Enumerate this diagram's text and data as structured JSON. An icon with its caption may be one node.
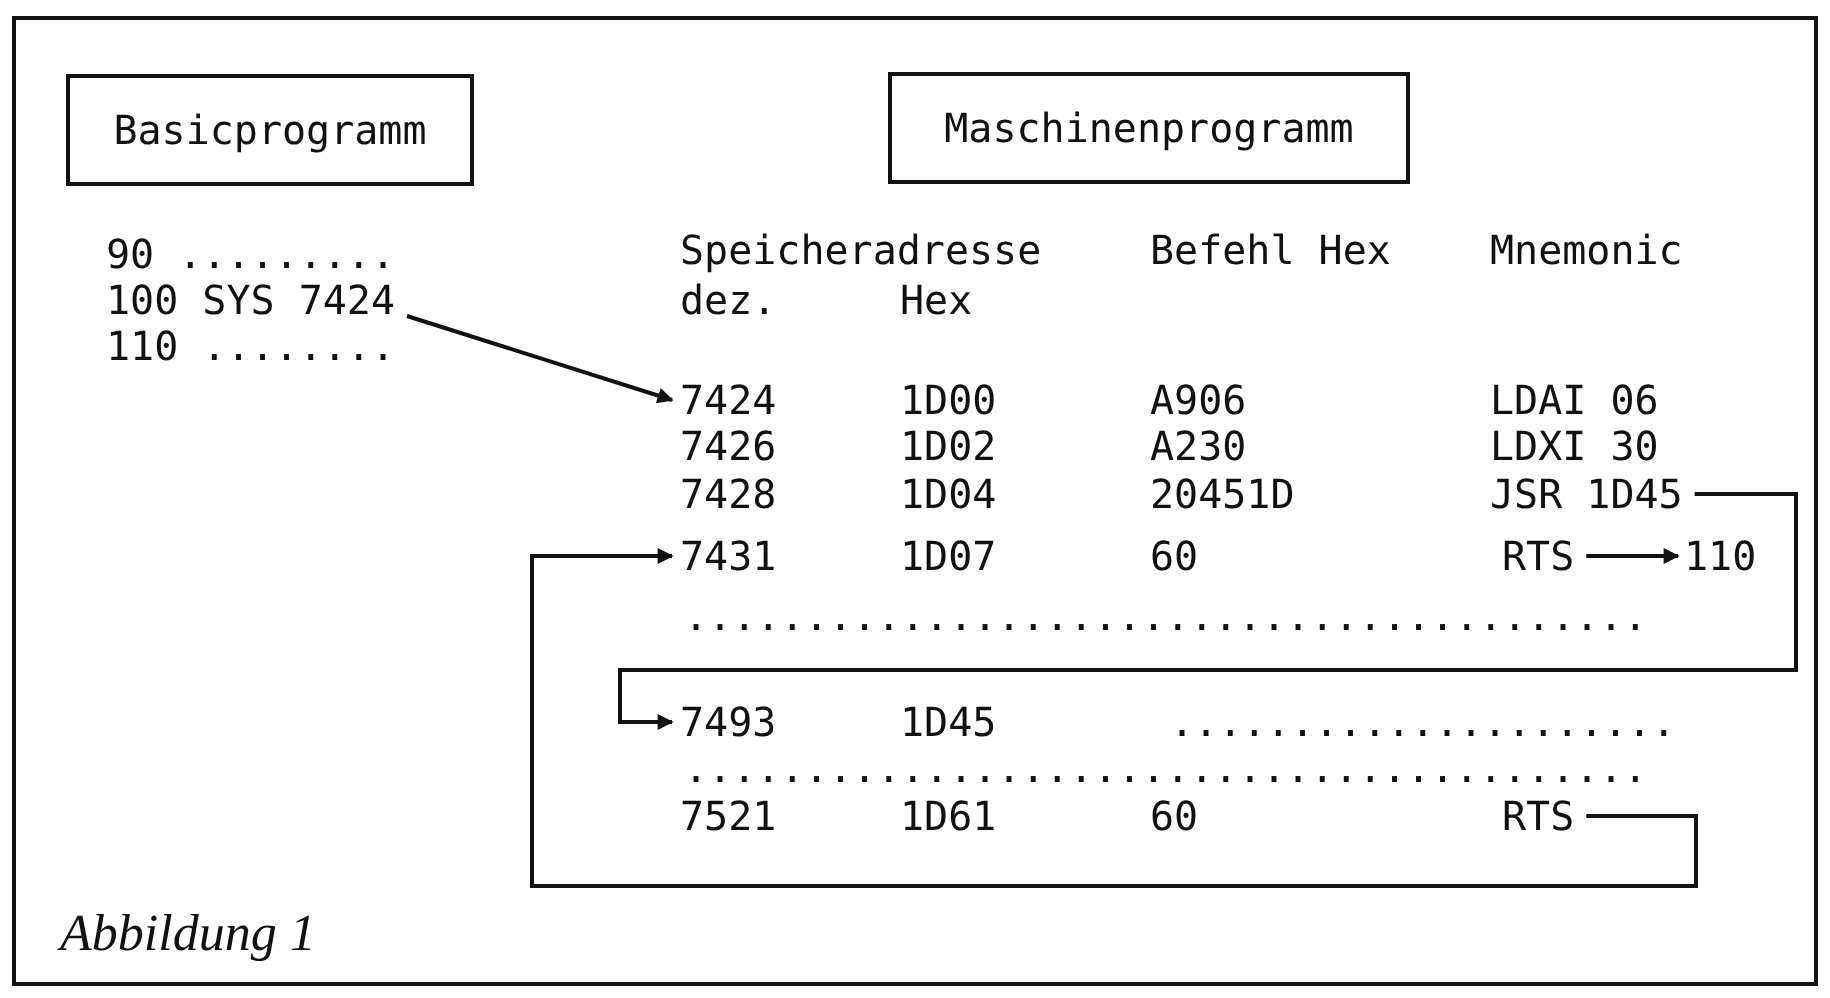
{
  "diagram": {
    "caption": "Abbildung 1",
    "nodes": [
      {
        "text": [
          "Basicprogramm"
        ]
      },
      {
        "text": [
          "Maschinenprogramm"
        ]
      },
      {
        "text": [
          "100 SYS 7424"
        ]
      },
      {
        "text": [
          "7424"
        ]
      },
      {
        "text": [
          "JSR 1D45"
        ]
      },
      {
        "text": [
          "7431"
        ]
      },
      {
        "text": [
          "RTS"
        ]
      },
      {
        "text": [
          "110"
        ]
      },
      {
        "text": [
          "7493"
        ]
      },
      {
        "text": [
          "RTS"
        ]
      }
    ],
    "edges": [
      {
        "from": 2,
        "to": 3,
        "arrow": "to"
      },
      {
        "from": 4,
        "to": 8,
        "arrow": "to"
      },
      {
        "from": 6,
        "to": 7,
        "arrow": "to"
      },
      {
        "from": 9,
        "to": 5,
        "arrow": "to"
      }
    ],
    "labels": [
      "90 .........",
      "Speicheradresse",
      "Befehl Hex",
      "Mnemonic",
      "110 ........",
      "dez.",
      "Hex",
      "1D00",
      "A906",
      "LDAI 06",
      "7426",
      "1D02",
      "A230",
      "LDXI 30",
      "7428",
      "1D04",
      "20451D",
      "1D07",
      "60",
      "........................................",
      "1D45",
      ".....................",
      "........................................",
      "7521",
      "1D61",
      "60"
    ]
  }
}
